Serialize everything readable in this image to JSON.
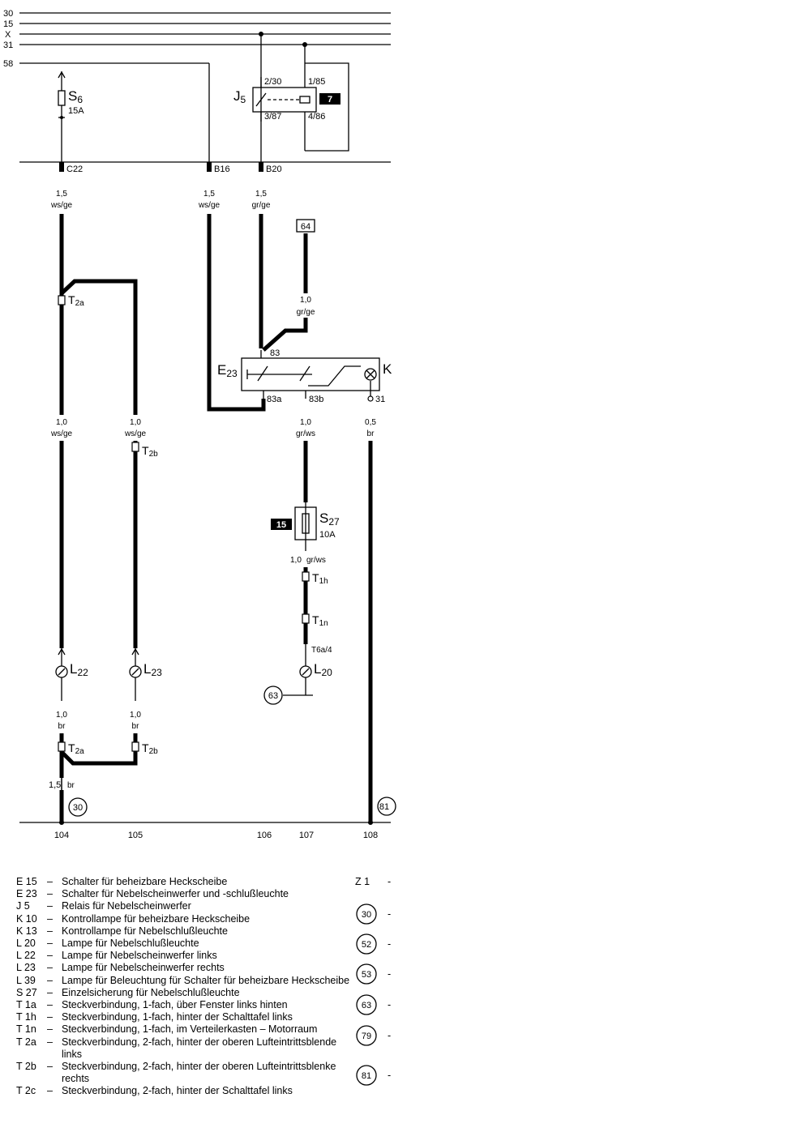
{
  "bus_lines": [
    "30",
    "15",
    "X",
    "31",
    "58"
  ],
  "components": {
    "fuse_s6": {
      "label": "S",
      "sub": "6",
      "rating": "15A"
    },
    "relay_j5": {
      "label": "J",
      "sub": "5",
      "pin_a": "2/30",
      "pin_b": "1/85",
      "pin_c": "3/87",
      "pin_d": "4/86",
      "ref": "7"
    },
    "switch_e23": {
      "label": "E",
      "sub": "23",
      "pin_in": "83",
      "pin_a": "83a",
      "pin_b": "83b",
      "pin_gnd": "31",
      "k_label": "K"
    },
    "fuse_s27": {
      "label": "S",
      "sub": "27",
      "rating": "10A",
      "ref": "15"
    },
    "box_64": "64",
    "connector_t6a": "T6a/4"
  },
  "connectors": {
    "c22": "C22",
    "b16": "B16",
    "b20": "B20",
    "t2a": "T",
    "t2a_sub": "2a",
    "t2b": "T",
    "t2b_sub": "2b",
    "t1h": "T",
    "t1h_sub": "1h",
    "t1n": "T",
    "t1n_sub": "1n"
  },
  "lamps": {
    "l22": {
      "label": "L",
      "sub": "22"
    },
    "l23": {
      "label": "L",
      "sub": "23"
    },
    "l20": {
      "label": "L",
      "sub": "20"
    }
  },
  "wires": {
    "w1": {
      "size": "1,5",
      "color": "ws/ge"
    },
    "w2": {
      "size": "1,5",
      "color": "ws/ge"
    },
    "w3": {
      "size": "1,5",
      "color": "gr/ge"
    },
    "w4": {
      "size": "1,0",
      "color": "gr/ge"
    },
    "w5": {
      "size": "1,0",
      "color": "ws/ge"
    },
    "w6": {
      "size": "1,0",
      "color": "ws/ge"
    },
    "w7": {
      "size": "1,0",
      "color": "gr/ws"
    },
    "w8": {
      "size": "0,5",
      "color": "br"
    },
    "w9": {
      "size": "1,0",
      "color": "gr/ws"
    },
    "w10": {
      "size": "1,0",
      "color": "br"
    },
    "w11": {
      "size": "1,0",
      "color": "br"
    },
    "w12": {
      "size": "1,5",
      "color": "br"
    }
  },
  "ground_refs": {
    "g30": "30",
    "g63": "63",
    "g81": "81"
  },
  "track_numbers": [
    "104",
    "105",
    "106",
    "107",
    "108"
  ],
  "legend": [
    {
      "code": "E 15",
      "text": "Schalter für beheizbare Heckscheibe"
    },
    {
      "code": "E 23",
      "text": "Schalter für Nebelscheinwerfer und -schlußleuchte"
    },
    {
      "code": "J 5",
      "text": "Relais für Nebelscheinwerfer"
    },
    {
      "code": "K 10",
      "text": "Kontrollampe für beheizbare Heckscheibe"
    },
    {
      "code": "K 13",
      "text": "Kontrollampe für Nebelschlußleuchte"
    },
    {
      "code": "L 20",
      "text": "Lampe für Nebelschlußleuchte"
    },
    {
      "code": "L 22",
      "text": "Lampe für Nebelscheinwerfer links"
    },
    {
      "code": "L 23",
      "text": "Lampe für Nebelscheinwerfer rechts"
    },
    {
      "code": "L 39",
      "text": "Lampe für Beleuchtung für Schalter für beheizbare Heckscheibe"
    },
    {
      "code": "S 27",
      "text": "Einzelsicherung für Nebelschlußleuchte"
    },
    {
      "code": "T 1a",
      "text": "Steckverbindung, 1-fach, über Fenster links hinten"
    },
    {
      "code": "T 1h",
      "text": "Steckverbindung, 1-fach, hinter der Schalttafel links"
    },
    {
      "code": "T 1n",
      "text": "Steckverbindung, 1-fach, im Verteilerkasten – Motorraum"
    },
    {
      "code": "T 2a",
      "text": "Steckverbindung, 2-fach, hinter der oberen Lufteintrittsblende links"
    },
    {
      "code": "T 2b",
      "text": "Steckverbindung, 2-fach, hinter der oberen Lufteintrittsblenke rechts"
    },
    {
      "code": "T 2c",
      "text": "Steckverbindung, 2-fach, hinter der Schalttafel links"
    }
  ],
  "legend_right": {
    "z1": "Z 1",
    "dash": "-",
    "circles": [
      "30",
      "52",
      "53",
      "63",
      "79",
      "81"
    ]
  }
}
